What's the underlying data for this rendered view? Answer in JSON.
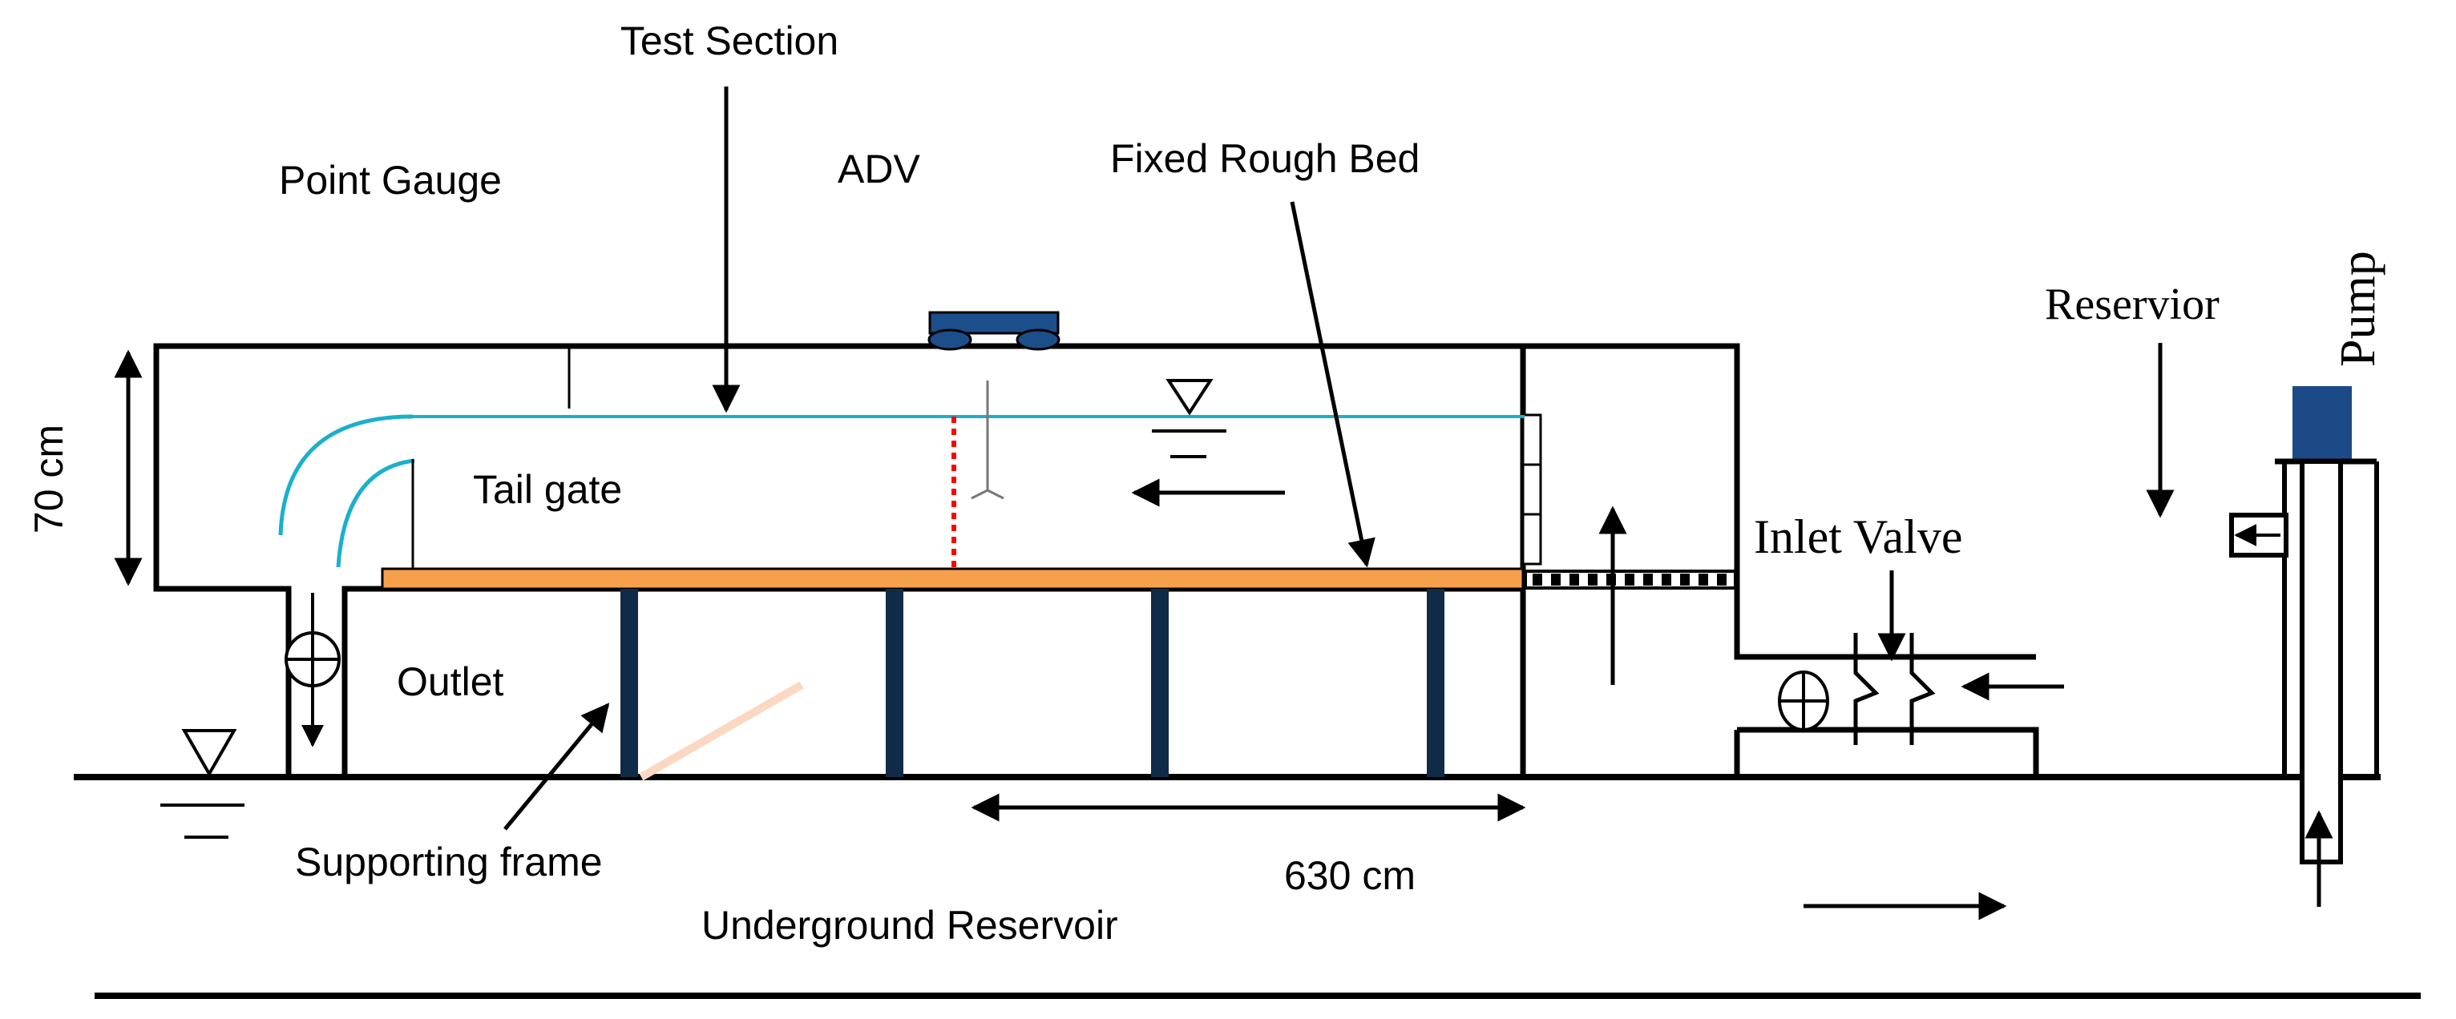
{
  "labels": {
    "test_section": "Test Section",
    "point_gauge": "Point Gauge",
    "adv": "ADV",
    "fixed_rough_bed": "Fixed Rough Bed",
    "reservior": "Reservior",
    "pump": "Pump",
    "tail_gate": "Tail gate",
    "height": "70 cm",
    "inlet_valve": "Inlet Valve",
    "outlet": "Outlet",
    "supporting_frame": "Supporting frame",
    "length": "630 cm",
    "underground_reservoir": "Underground Reservoir"
  },
  "colors": {
    "line": "#000000",
    "water": "#1ab0cc",
    "bed": "#f7a04c",
    "frame": "#0f2b48",
    "adv_device": "#1c4e8a",
    "pump_motor": "#1c4a86",
    "probe_line": "#ff0000",
    "faint_diagonal": "#fbd8c2"
  },
  "icons": [
    "water-level-symbol",
    "valve-symbol",
    "arrow"
  ]
}
